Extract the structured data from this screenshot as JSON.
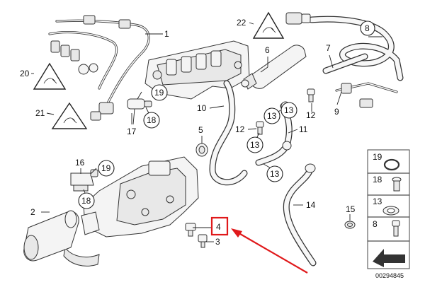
{
  "diagram": {
    "callouts": [
      {
        "id": "c1",
        "label": "1",
        "style": "plain"
      },
      {
        "id": "c2",
        "label": "2",
        "style": "plain"
      },
      {
        "id": "c3",
        "label": "3",
        "style": "plain"
      },
      {
        "id": "c4",
        "label": "4",
        "style": "highlight"
      },
      {
        "id": "c5",
        "label": "5",
        "style": "plain"
      },
      {
        "id": "c6",
        "label": "6",
        "style": "plain"
      },
      {
        "id": "c7",
        "label": "7",
        "style": "plain"
      },
      {
        "id": "c8",
        "label": "8",
        "style": "circle"
      },
      {
        "id": "c9",
        "label": "9",
        "style": "plain"
      },
      {
        "id": "c10",
        "label": "10",
        "style": "plain"
      },
      {
        "id": "c11",
        "label": "11",
        "style": "plain"
      },
      {
        "id": "c12a",
        "label": "12",
        "style": "plain"
      },
      {
        "id": "c12b",
        "label": "12",
        "style": "plain"
      },
      {
        "id": "c13a",
        "label": "13",
        "style": "circle"
      },
      {
        "id": "c13b",
        "label": "13",
        "style": "circle"
      },
      {
        "id": "c13c",
        "label": "13",
        "style": "circle"
      },
      {
        "id": "c13d",
        "label": "13",
        "style": "circle"
      },
      {
        "id": "c14",
        "label": "14",
        "style": "plain"
      },
      {
        "id": "c15",
        "label": "15",
        "style": "plain"
      },
      {
        "id": "c16",
        "label": "16",
        "style": "plain"
      },
      {
        "id": "c17",
        "label": "17",
        "style": "plain"
      },
      {
        "id": "c18a",
        "label": "18",
        "style": "circle"
      },
      {
        "id": "c18b",
        "label": "18",
        "style": "circle"
      },
      {
        "id": "c19a",
        "label": "19",
        "style": "circle"
      },
      {
        "id": "c19b",
        "label": "19",
        "style": "circle"
      },
      {
        "id": "c20",
        "label": "20",
        "style": "plain"
      },
      {
        "id": "c21",
        "label": "21",
        "style": "plain"
      },
      {
        "id": "c22",
        "label": "22",
        "style": "plain"
      }
    ],
    "legend": {
      "items": [
        {
          "label": "19",
          "icon": "o-ring-icon"
        },
        {
          "label": "18",
          "icon": "bolt-icon"
        },
        {
          "label": "13",
          "icon": "sealing-washer-icon"
        },
        {
          "label": "8",
          "icon": "socket-bolt-icon"
        }
      ]
    },
    "reference_number": "00294845",
    "warning_icon": "esd-warning-triangle-icon",
    "colors": {
      "highlight": "#e0191b",
      "line": "#222222"
    }
  }
}
